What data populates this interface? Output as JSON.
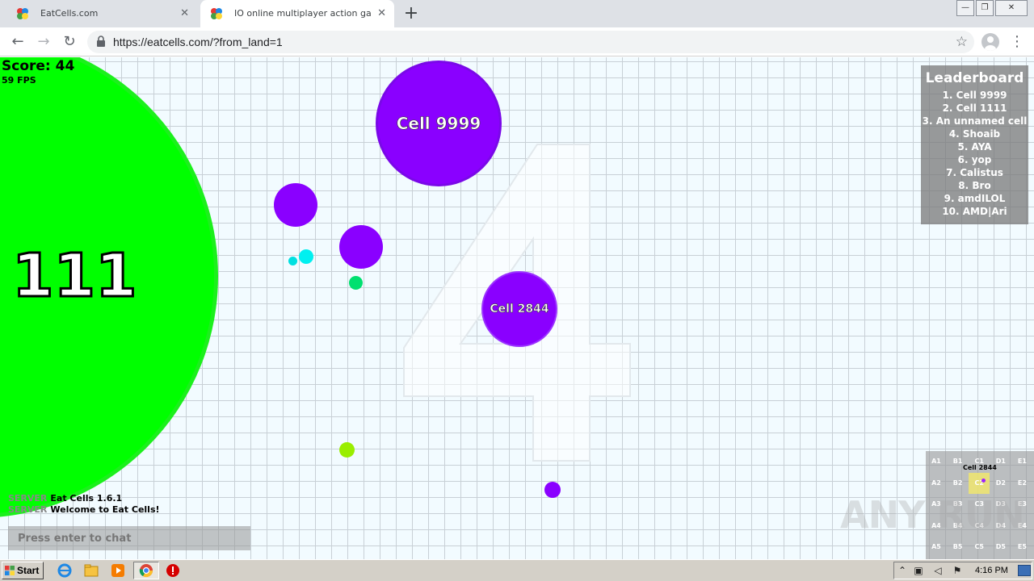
{
  "browser": {
    "tabs": [
      {
        "title": "EatCells.com",
        "active": false
      },
      {
        "title": "IO online multiplayer action game. Sc",
        "active": true
      }
    ],
    "new_tab_label": "+",
    "tab_close_glyph": "✕",
    "url": "https://eatcells.com/?from_land=1",
    "nav_glyphs": {
      "back": "←",
      "forward": "→",
      "reload": "↻",
      "star": "☆",
      "menu": "⋮"
    },
    "window_controls": {
      "minimize": "—",
      "restore": "❐",
      "close": "✕"
    }
  },
  "game": {
    "score": "Score: 44",
    "fps": "59 FPS",
    "leaderboard": {
      "title": "Leaderboard",
      "entries": [
        "1. Cell 9999",
        "2. Cell 1111",
        "3. An unnamed cell",
        "4. Shoaib",
        "5. AYA",
        "6. yop",
        "7. Calistus",
        "8. Bro",
        "9. amdILOL",
        "10. AMD|Ari"
      ]
    },
    "cells": [
      {
        "name": "111",
        "color": "#00ff00"
      },
      {
        "name": "Cell 9999",
        "color": "#8a00ff"
      },
      {
        "name": "Cell 2844",
        "color": "#8a00ff"
      },
      {
        "name": "",
        "color": "#8a00ff"
      },
      {
        "name": "",
        "color": "#8a00ff"
      },
      {
        "name": "",
        "color": "#8a00ff"
      },
      {
        "name": "",
        "color": "#00f0f0"
      },
      {
        "name": "",
        "color": "#00e0e0"
      },
      {
        "name": "",
        "color": "#00e070"
      },
      {
        "name": "",
        "color": "#99ee00"
      }
    ],
    "chat": {
      "messages": [
        {
          "from": "SERVER",
          "text": "Eat Cells 1.6.1"
        },
        {
          "from": "SERVER",
          "text": "Welcome to Eat Cells!"
        }
      ],
      "placeholder": "Press enter to chat"
    },
    "minimap": {
      "cells": [
        "A1",
        "B1",
        "C1",
        "D1",
        "E1",
        "A2",
        "B2",
        "C2",
        "D2",
        "E2",
        "A3",
        "B3",
        "C3",
        "D3",
        "E3",
        "A4",
        "B4",
        "C4",
        "D4",
        "E4",
        "A5",
        "B5",
        "C5",
        "D5",
        "E5"
      ],
      "highlighted": "C2",
      "player_label": "Cell 2844"
    },
    "watermark": "ANY RUN"
  },
  "taskbar": {
    "start_label": "Start",
    "clock": "4:16 PM"
  }
}
